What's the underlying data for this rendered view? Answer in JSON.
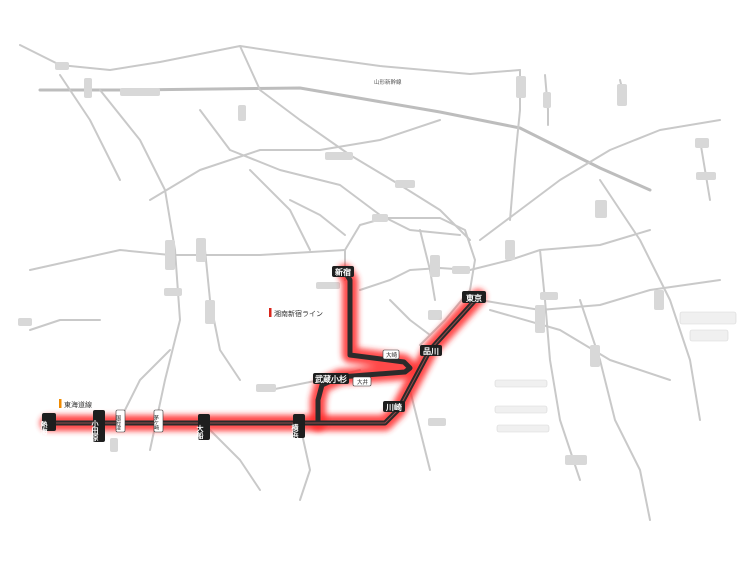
{
  "line_name": "湘南新宿ライン",
  "secondary_line_name": "東海道線",
  "shinkansen_label": "山形新幹線",
  "colors": {
    "route_glow": "#ff2a2a",
    "route_line": "#2b2b2b",
    "legend_red": "#d9261c",
    "legend_orange": "#f08a00",
    "background_lines": "#c9c9c9"
  },
  "stations": {
    "shinjuku": "新宿",
    "tokyo": "東京",
    "shinagawa": "品川",
    "osaki": "大崎",
    "oimachi": "大井",
    "musashikosugi": "武蔵小杉",
    "kawasaki": "川崎",
    "yokohama": "横浜",
    "ofuna": "大船",
    "chigasaki": "茅ケ崎",
    "kozu": "国府津",
    "odawara": "小田原",
    "atami": "熱海"
  }
}
